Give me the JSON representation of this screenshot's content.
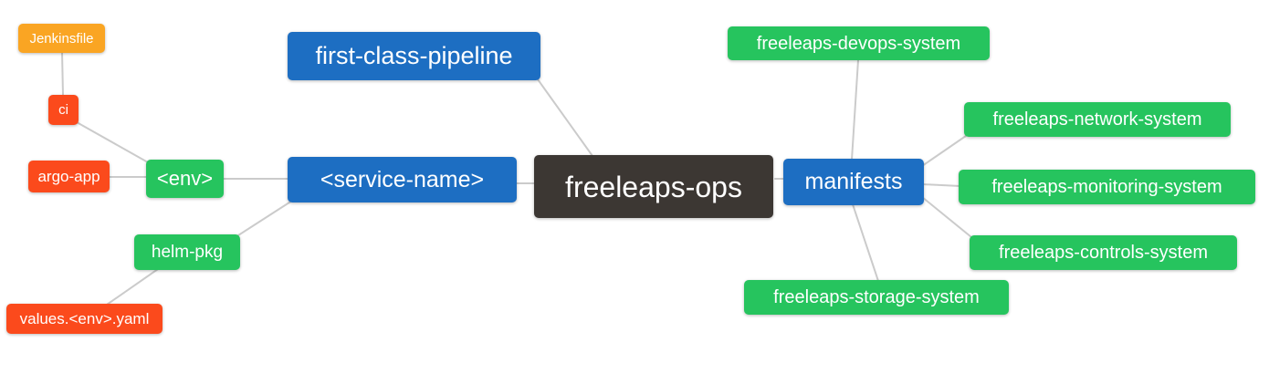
{
  "diagram": {
    "type": "mindmap",
    "root": "freeleaps-ops",
    "palette": {
      "blue": "#1d6ec2",
      "green": "#26c45e",
      "red": "#fb4a1c",
      "orange": "#faa523",
      "dark": "#3c3733",
      "edge": "#cbcbcb",
      "text": "#ffffff",
      "background": "#ffffff"
    },
    "nodes": {
      "freeleaps_ops": {
        "label": "freeleaps-ops",
        "color": "dark"
      },
      "first_class_pipeline": {
        "label": "first-class-pipeline",
        "color": "blue"
      },
      "service_name": {
        "label": "<service-name>",
        "color": "blue"
      },
      "manifests": {
        "label": "manifests",
        "color": "blue"
      },
      "env": {
        "label": "<env>",
        "color": "green"
      },
      "helm_pkg": {
        "label": "helm-pkg",
        "color": "green"
      },
      "jenkinsfile": {
        "label": "Jenkinsfile",
        "color": "orange"
      },
      "ci": {
        "label": "ci",
        "color": "red"
      },
      "argo_app": {
        "label": "argo-app",
        "color": "red"
      },
      "values_env_yaml": {
        "label": "values.<env>.yaml",
        "color": "red"
      },
      "devops_system": {
        "label": "freeleaps-devops-system",
        "color": "green"
      },
      "network_system": {
        "label": "freeleaps-network-system",
        "color": "green"
      },
      "monitoring_system": {
        "label": "freeleaps-monitoring-system",
        "color": "green"
      },
      "controls_system": {
        "label": "freeleaps-controls-system",
        "color": "green"
      },
      "storage_system": {
        "label": "freeleaps-storage-system",
        "color": "green"
      }
    },
    "edges": [
      {
        "from": "jenkinsfile",
        "to": "ci"
      },
      {
        "from": "ci",
        "to": "env"
      },
      {
        "from": "argo_app",
        "to": "env"
      },
      {
        "from": "env",
        "to": "service_name"
      },
      {
        "from": "helm_pkg",
        "to": "service_name"
      },
      {
        "from": "values_env_yaml",
        "to": "helm_pkg"
      },
      {
        "from": "first_class_pipeline",
        "to": "freeleaps_ops"
      },
      {
        "from": "service_name",
        "to": "freeleaps_ops"
      },
      {
        "from": "freeleaps_ops",
        "to": "manifests"
      },
      {
        "from": "manifests",
        "to": "devops_system"
      },
      {
        "from": "manifests",
        "to": "network_system"
      },
      {
        "from": "manifests",
        "to": "monitoring_system"
      },
      {
        "from": "manifests",
        "to": "controls_system"
      },
      {
        "from": "manifests",
        "to": "storage_system"
      }
    ]
  }
}
